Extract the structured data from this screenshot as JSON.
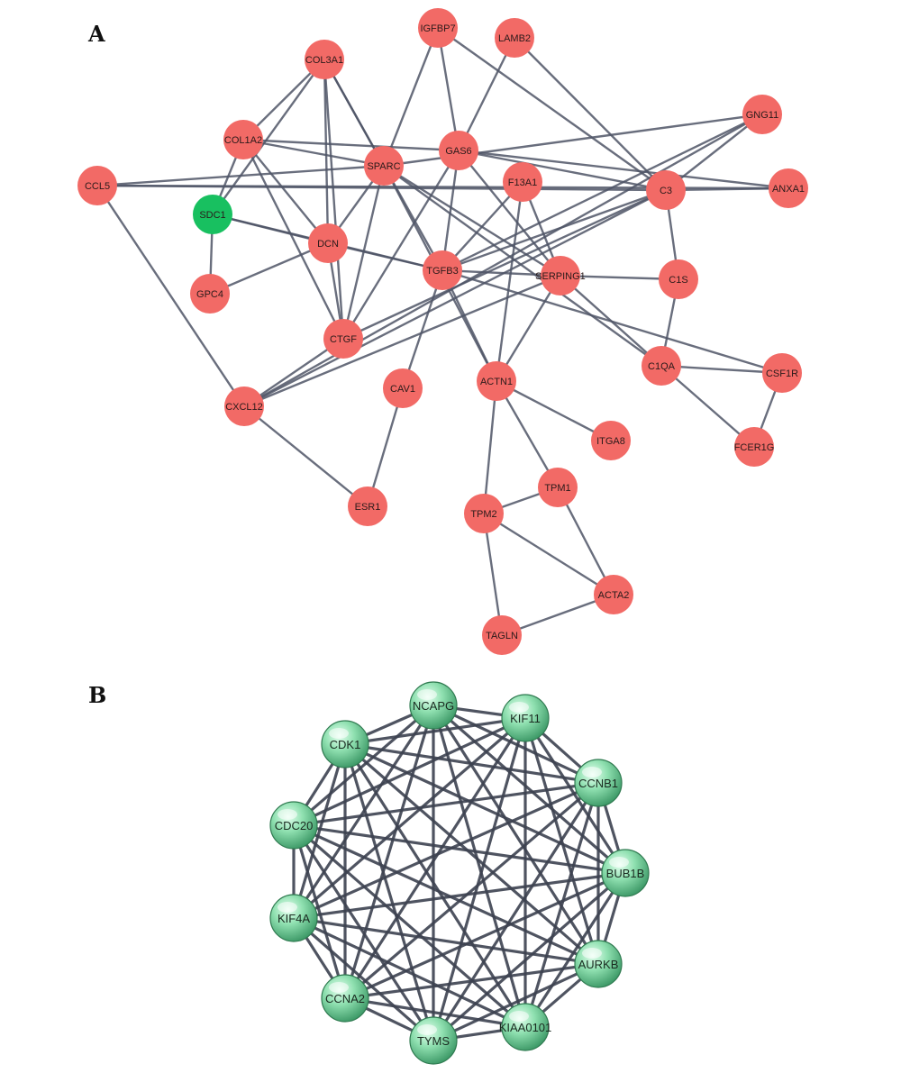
{
  "panel_a": {
    "label": "A",
    "colors": {
      "node": "#f26a66",
      "highlight": "#18c060",
      "edge": "#4f5566"
    },
    "nodes": [
      {
        "id": "IGFBP7",
        "highlight": false
      },
      {
        "id": "LAMB2",
        "highlight": false
      },
      {
        "id": "COL3A1",
        "highlight": false
      },
      {
        "id": "GNG11",
        "highlight": false
      },
      {
        "id": "COL1A2",
        "highlight": false
      },
      {
        "id": "SPARC",
        "highlight": false
      },
      {
        "id": "GAS6",
        "highlight": false
      },
      {
        "id": "F13A1",
        "highlight": false
      },
      {
        "id": "CCL5",
        "highlight": false
      },
      {
        "id": "SDC1",
        "highlight": true
      },
      {
        "id": "C3",
        "highlight": false
      },
      {
        "id": "ANXA1",
        "highlight": false
      },
      {
        "id": "DCN",
        "highlight": false
      },
      {
        "id": "TGFB3",
        "highlight": false
      },
      {
        "id": "SERPING1",
        "highlight": false
      },
      {
        "id": "C1S",
        "highlight": false
      },
      {
        "id": "GPC4",
        "highlight": false
      },
      {
        "id": "CTGF",
        "highlight": false
      },
      {
        "id": "C1QA",
        "highlight": false
      },
      {
        "id": "CSF1R",
        "highlight": false
      },
      {
        "id": "CAV1",
        "highlight": false
      },
      {
        "id": "ACTN1",
        "highlight": false
      },
      {
        "id": "CXCL12",
        "highlight": false
      },
      {
        "id": "ITGA8",
        "highlight": false
      },
      {
        "id": "FCER1G",
        "highlight": false
      },
      {
        "id": "TPM1",
        "highlight": false
      },
      {
        "id": "ESR1",
        "highlight": false
      },
      {
        "id": "TPM2",
        "highlight": false
      },
      {
        "id": "ACTA2",
        "highlight": false
      },
      {
        "id": "TAGLN",
        "highlight": false
      }
    ],
    "edges": [
      [
        "IGFBP7",
        "GAS6"
      ],
      [
        "IGFBP7",
        "SPARC"
      ],
      [
        "IGFBP7",
        "C3"
      ],
      [
        "LAMB2",
        "GAS6"
      ],
      [
        "LAMB2",
        "C3"
      ],
      [
        "COL3A1",
        "COL1A2"
      ],
      [
        "COL3A1",
        "SPARC"
      ],
      [
        "COL3A1",
        "DCN"
      ],
      [
        "COL3A1",
        "CTGF"
      ],
      [
        "COL3A1",
        "SDC1"
      ],
      [
        "COL3A1",
        "TGFB3"
      ],
      [
        "COL1A2",
        "SPARC"
      ],
      [
        "COL1A2",
        "DCN"
      ],
      [
        "COL1A2",
        "CTGF"
      ],
      [
        "COL1A2",
        "SDC1"
      ],
      [
        "COL1A2",
        "GAS6"
      ],
      [
        "SPARC",
        "DCN"
      ],
      [
        "SPARC",
        "CTGF"
      ],
      [
        "SPARC",
        "ACTN1"
      ],
      [
        "SPARC",
        "SERPING1"
      ],
      [
        "SPARC",
        "GNG11"
      ],
      [
        "SPARC",
        "C1QA"
      ],
      [
        "GAS6",
        "TGFB3"
      ],
      [
        "GAS6",
        "CTGF"
      ],
      [
        "GAS6",
        "SERPING1"
      ],
      [
        "GAS6",
        "C3"
      ],
      [
        "GAS6",
        "ANXA1"
      ],
      [
        "F13A1",
        "TGFB3"
      ],
      [
        "F13A1",
        "ACTN1"
      ],
      [
        "F13A1",
        "SERPING1"
      ],
      [
        "CCL5",
        "C3"
      ],
      [
        "CCL5",
        "ANXA1"
      ],
      [
        "CCL5",
        "SPARC"
      ],
      [
        "CCL5",
        "CXCL12"
      ],
      [
        "SDC1",
        "DCN"
      ],
      [
        "SDC1",
        "GPC4"
      ],
      [
        "SDC1",
        "TGFB3"
      ],
      [
        "DCN",
        "TGFB3"
      ],
      [
        "DCN",
        "GPC4"
      ],
      [
        "DCN",
        "CTGF"
      ],
      [
        "TGFB3",
        "ACTN1"
      ],
      [
        "TGFB3",
        "SERPING1"
      ],
      [
        "TGFB3",
        "CSF1R"
      ],
      [
        "TGFB3",
        "CAV1"
      ],
      [
        "TGFB3",
        "C3"
      ],
      [
        "SERPING1",
        "C1S"
      ],
      [
        "SERPING1",
        "C1QA"
      ],
      [
        "SERPING1",
        "ACTN1"
      ],
      [
        "SERPING1",
        "CXCL12"
      ],
      [
        "C1S",
        "C1QA"
      ],
      [
        "C3",
        "C1S"
      ],
      [
        "C3",
        "CXCL12"
      ],
      [
        "C3",
        "CTGF"
      ],
      [
        "C3",
        "ANXA1"
      ],
      [
        "GNG11",
        "C3"
      ],
      [
        "GNG11",
        "CXCL12"
      ],
      [
        "GNG11",
        "TGFB3"
      ],
      [
        "C1QA",
        "CSF1R"
      ],
      [
        "C1QA",
        "FCER1G"
      ],
      [
        "CSF1R",
        "FCER1G"
      ],
      [
        "CXCL12",
        "ESR1"
      ],
      [
        "CXCL12",
        "CTGF"
      ],
      [
        "CAV1",
        "ESR1"
      ],
      [
        "ACTN1",
        "ITGA8"
      ],
      [
        "ACTN1",
        "TPM1"
      ],
      [
        "ACTN1",
        "TPM2"
      ],
      [
        "TPM1",
        "TPM2"
      ],
      [
        "TPM1",
        "ACTA2"
      ],
      [
        "TPM2",
        "ACTA2"
      ],
      [
        "TPM2",
        "TAGLN"
      ],
      [
        "ACTA2",
        "TAGLN"
      ]
    ]
  },
  "panel_b": {
    "label": "B",
    "colors": {
      "node": "#7cdca4",
      "edge": "#3c4150"
    },
    "nodes": [
      "NCAPG",
      "KIF11",
      "CCNB1",
      "BUB1B",
      "AURKB",
      "KIAA0101",
      "TYMS",
      "CCNA2",
      "KIF4A",
      "CDC20",
      "CDK1"
    ],
    "fully_connected": true
  }
}
